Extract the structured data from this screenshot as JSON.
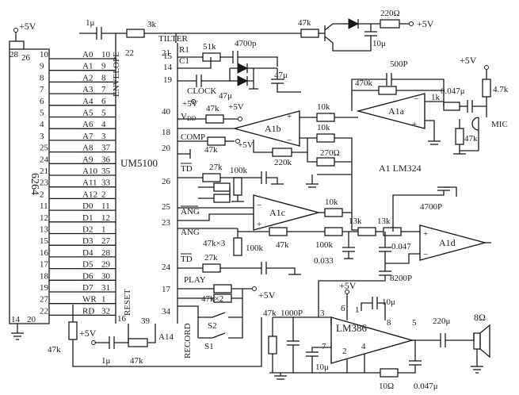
{
  "chips": {
    "mem": {
      "label": "6264"
    },
    "speech": {
      "label": "UM5100"
    },
    "opamp": {
      "label": "A1  LM324"
    },
    "amp": {
      "label": "LM386"
    },
    "sections": {
      "a": "A1a",
      "b": "A1b",
      "c": "A1c",
      "d": "A1d"
    }
  },
  "mem_pins": {
    "left": [
      "10",
      "9",
      "8",
      "7",
      "6",
      "5",
      "4",
      "3",
      "25",
      "24",
      "21",
      "23",
      "2",
      "11",
      "12",
      "13",
      "15",
      "16",
      "17",
      "18",
      "19",
      "27",
      "22"
    ],
    "top": {
      "p1": "28",
      "p2": "26"
    },
    "bottom": {
      "p1": "14",
      "p2": "20"
    }
  },
  "bus_signals": [
    "A0",
    "A1",
    "A2",
    "A3",
    "A4",
    "A5",
    "A6",
    "A7",
    "A8",
    "A9",
    "A10",
    "A11",
    "A12",
    "D0",
    "D1",
    "D2",
    "D3",
    "D4",
    "D5",
    "D6",
    "D7",
    "WR",
    "RD"
  ],
  "um_pins": [
    "10",
    "9",
    "8",
    "7",
    "6",
    "5",
    "4",
    "3",
    "37",
    "36",
    "35",
    "33",
    "2",
    "11",
    "12",
    "1",
    "27",
    "28",
    "29",
    "30",
    "31",
    "1",
    "32"
  ],
  "um_labels": {
    "envelope": "ENVELOPE",
    "env_pin": "22",
    "reset": "RESET",
    "pin16": "16",
    "pin39": "39",
    "a14": "A14",
    "tilter": "TILTER",
    "tilter_pin": "21",
    "r1": "R1",
    "r1_pin": "15",
    "c1": "C1",
    "c1_pin": "14",
    "clock": "CLOCK",
    "clock_pin": "19",
    "vdd": "V",
    "vdd_sub": "DD",
    "vdd_pin": "40",
    "comp": "COMP",
    "comp_pin": "18",
    "gnd_pin": "20",
    "td1": "TD",
    "td1_pin": "26",
    "ang1": "ANG",
    "ang1_pin": "25",
    "ang2": "ANG",
    "ang2_pin": "23",
    "td2": "TD",
    "td2_pin": "24",
    "play": "PLAY",
    "play_pin": "17",
    "record": "RECORD",
    "record_pin": "34"
  },
  "supply": {
    "plus5v": "+5V"
  },
  "switches": {
    "s1": "S1",
    "s2": "S2"
  },
  "components": {
    "c_1u_top": "1μ",
    "r_3k": "3k",
    "r_47k_top": "47k",
    "r_220": "220Ω",
    "c_10u_top": "10μ",
    "r_51k": "51k",
    "c_4700p_top": "4700p",
    "c_47u_a": "47μ",
    "c_47u_b": "47μ",
    "c_500p": "500P",
    "r_470k": "470k",
    "c_047u_mic": "0.047μ",
    "r_47k_mic": "4.7k",
    "r_1k": "1k",
    "mic": "MIC",
    "r_47k_micb": "47k",
    "r_47k_vdd": "47k",
    "r_10k_a": "10k",
    "r_10k_b": "10k",
    "r_47k_comp": "47k",
    "r_220k": "220k",
    "r_27k_a": "27k",
    "r_100k_a": "100k",
    "r_270": "270Ω",
    "r_10k_c": "10k",
    "r_13k_a": "13k",
    "r_13k_b": "13k",
    "c_4700p_d": "4700P",
    "r_47k_x3": "47k×3",
    "r_47k_c": "47k",
    "r_100k_b": "100k",
    "r_100k_c": "100k",
    "c_0033": "0.033",
    "c_0047": "0.047",
    "r_27k_b": "27k",
    "c_8200p": "8200P",
    "r_47k_x2": "47k×2",
    "r_47k_amp": "47k",
    "c_1000p": "1000P",
    "c_10u_amp": "10μ",
    "c_10u_out": "10μ",
    "c_220u": "220μ",
    "spk": "8Ω",
    "r_10": "10Ω",
    "c_0047u_out": "0.047μ",
    "r_47k_rst": "47k",
    "c_1u_rst": "1μ",
    "r_47k_rst2": "47k"
  },
  "amp_pins": {
    "p3": "3",
    "p6": "6",
    "p1": "1",
    "p8": "8",
    "p2": "2",
    "p4": "4",
    "p7": "7",
    "p5": "5"
  }
}
